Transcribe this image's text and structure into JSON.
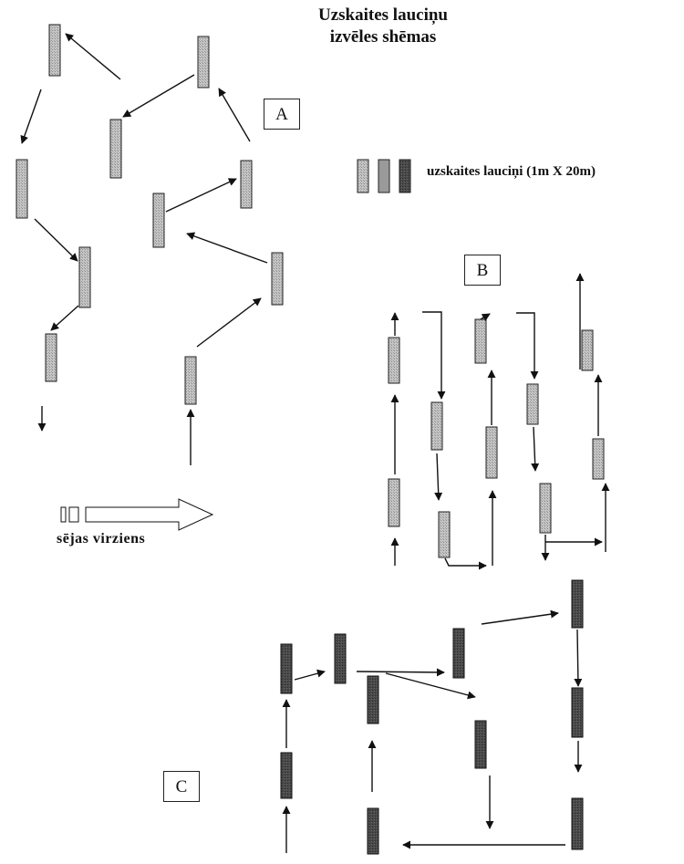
{
  "diagram": {
    "title_line1": "Uzskaites lauciņu",
    "title_line2": "izvēles shēmas",
    "panels": {
      "a": "A",
      "b": "B",
      "c": "C"
    },
    "legend_text": "uzskaites lauciņi (1m X 20m)",
    "direction_text": "sējas virziens",
    "colors": {
      "plot_light": "#b3b3b3",
      "plot_medium": "#8c8c8c",
      "plot_dark": "#4a4a4a",
      "arrow": "#111111"
    }
  }
}
